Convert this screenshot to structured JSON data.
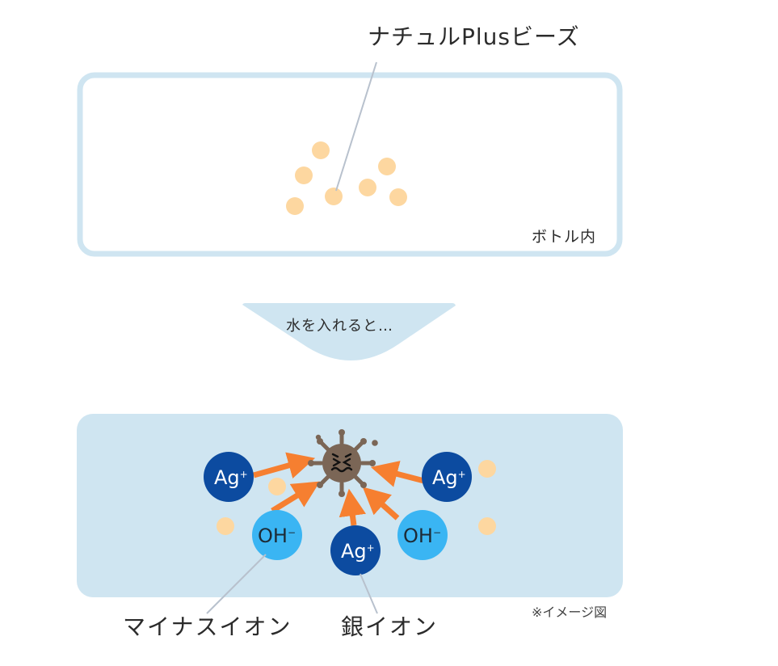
{
  "labels": {
    "beads": "ナチュルPlusビーズ",
    "bottle": "ボトル内",
    "add_water": "水を入れると…",
    "minus_ion": "マイナスイオン",
    "silver_ion": "銀イオン",
    "note": "※イメージ図"
  },
  "ions": {
    "silver_main": "Ag",
    "silver_sup": "+",
    "hydroxide_main": "OH",
    "hydroxide_sup": "−"
  },
  "colors": {
    "bottle_outline": "#cfe5f1",
    "water_fill": "#cfe5f1",
    "bead": "#fdd7a0",
    "silver_ion": "#0c4ba0",
    "hydroxide_ion": "#3ab5f3",
    "ion_arrow": "#f67f30",
    "germ": "#7b6656",
    "leader_line": "#b8c1cd"
  }
}
